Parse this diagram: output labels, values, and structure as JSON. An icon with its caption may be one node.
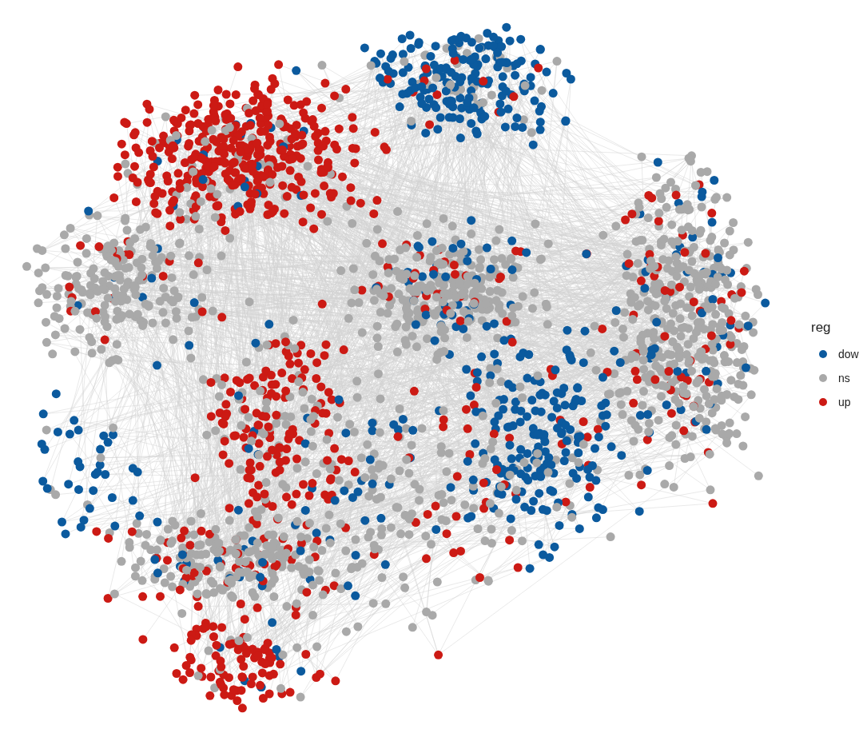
{
  "diagram": {
    "labels": [
      "reg"
    ],
    "legend": [
      {
        "text": "dow",
        "color": "#0b5a9e"
      },
      {
        "text": "ns",
        "color": "#a9a9a9"
      },
      {
        "text": "up",
        "color": "#cc1a14"
      }
    ]
  }
}
